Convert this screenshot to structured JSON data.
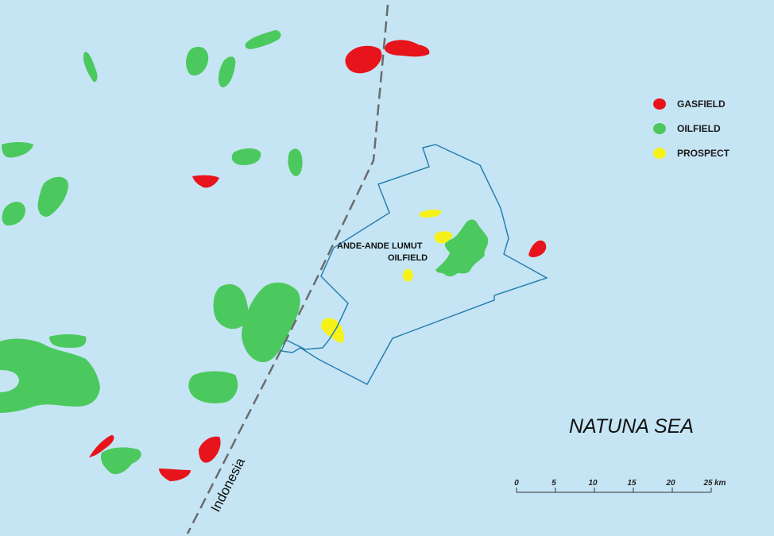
{
  "map": {
    "sea_name": "NATUNA SEA",
    "border_label": "Indonesia",
    "field_label_line1": "ANDE-ANDE LUMUT",
    "field_label_line2": "OILFIELD"
  },
  "legend": {
    "items": [
      {
        "label": "GASFIELD",
        "color": "#e8141b"
      },
      {
        "label": "OILFIELD",
        "color": "#4cc95e"
      },
      {
        "label": "PROSPECT",
        "color": "#f5f21a"
      }
    ]
  },
  "scale_bar": {
    "ticks": [
      "0",
      "5",
      "10",
      "15",
      "20",
      "25"
    ],
    "unit": "km"
  },
  "colors": {
    "sea": "#c5e5f4",
    "block_outline": "#2a7fb0",
    "border_line": "#6b6b6b"
  }
}
